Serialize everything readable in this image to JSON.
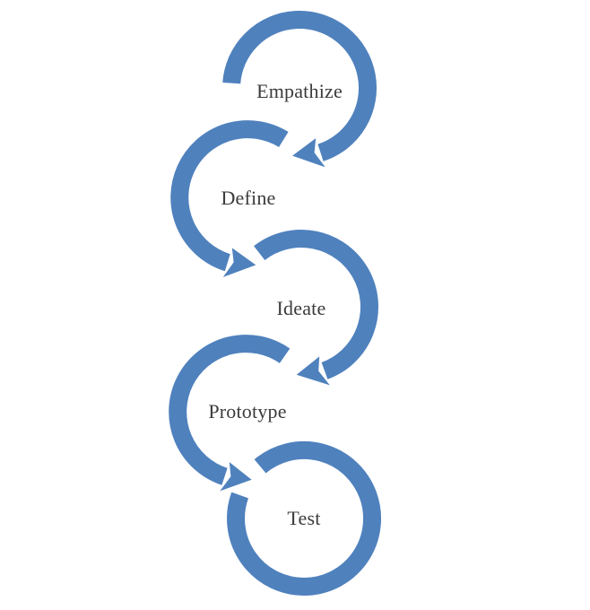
{
  "diagram": {
    "type": "cycle-process-chain",
    "steps": [
      {
        "label": "Empathize"
      },
      {
        "label": "Define"
      },
      {
        "label": "Ideate"
      },
      {
        "label": "Prototype"
      },
      {
        "label": "Test"
      }
    ]
  },
  "colors": {
    "arc": "#4F81BD",
    "label_text": "#3B3B3B",
    "background": "#FFFFFF"
  }
}
